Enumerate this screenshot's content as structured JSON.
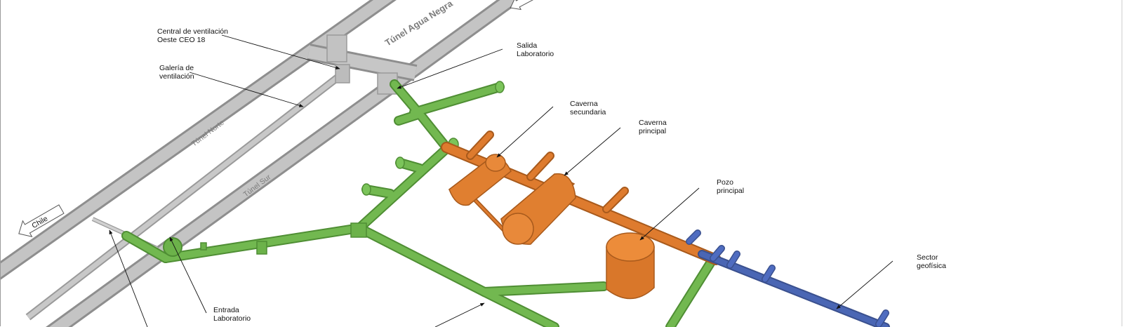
{
  "colors": {
    "road_tunnel": "#b4b4b4",
    "laboratory_green": "#6cb24a",
    "cavern_orange": "#d9772a",
    "geophysics_blue": "#4a66b4"
  },
  "icons": {
    "chile_arrow": "arrow-left-icon",
    "top_arrow": "arrow-icon"
  },
  "tunnels": {
    "agua_negra": "Túnel Agua Negra",
    "norte": "Túnel Norte",
    "sur": "Túnel Sur"
  },
  "direction": {
    "chile": "Chile"
  },
  "labels": {
    "central_ventilacion": [
      "Central de ventilación",
      "Oeste CEO 18"
    ],
    "galeria_ventilacion": [
      "Galería de",
      "ventilación"
    ],
    "salida_laboratorio": [
      "Salida",
      "Laboratorio"
    ],
    "caverna_secundaria": [
      "Caverna",
      "secundaria"
    ],
    "caverna_principal": [
      "Caverna",
      "principal"
    ],
    "pozo_principal": [
      "Pozo",
      "principal"
    ],
    "sector_geofisica": [
      "Sector",
      "geofísica"
    ],
    "entrada_laboratorio": [
      "Entrada",
      "Laboratorio"
    ]
  }
}
